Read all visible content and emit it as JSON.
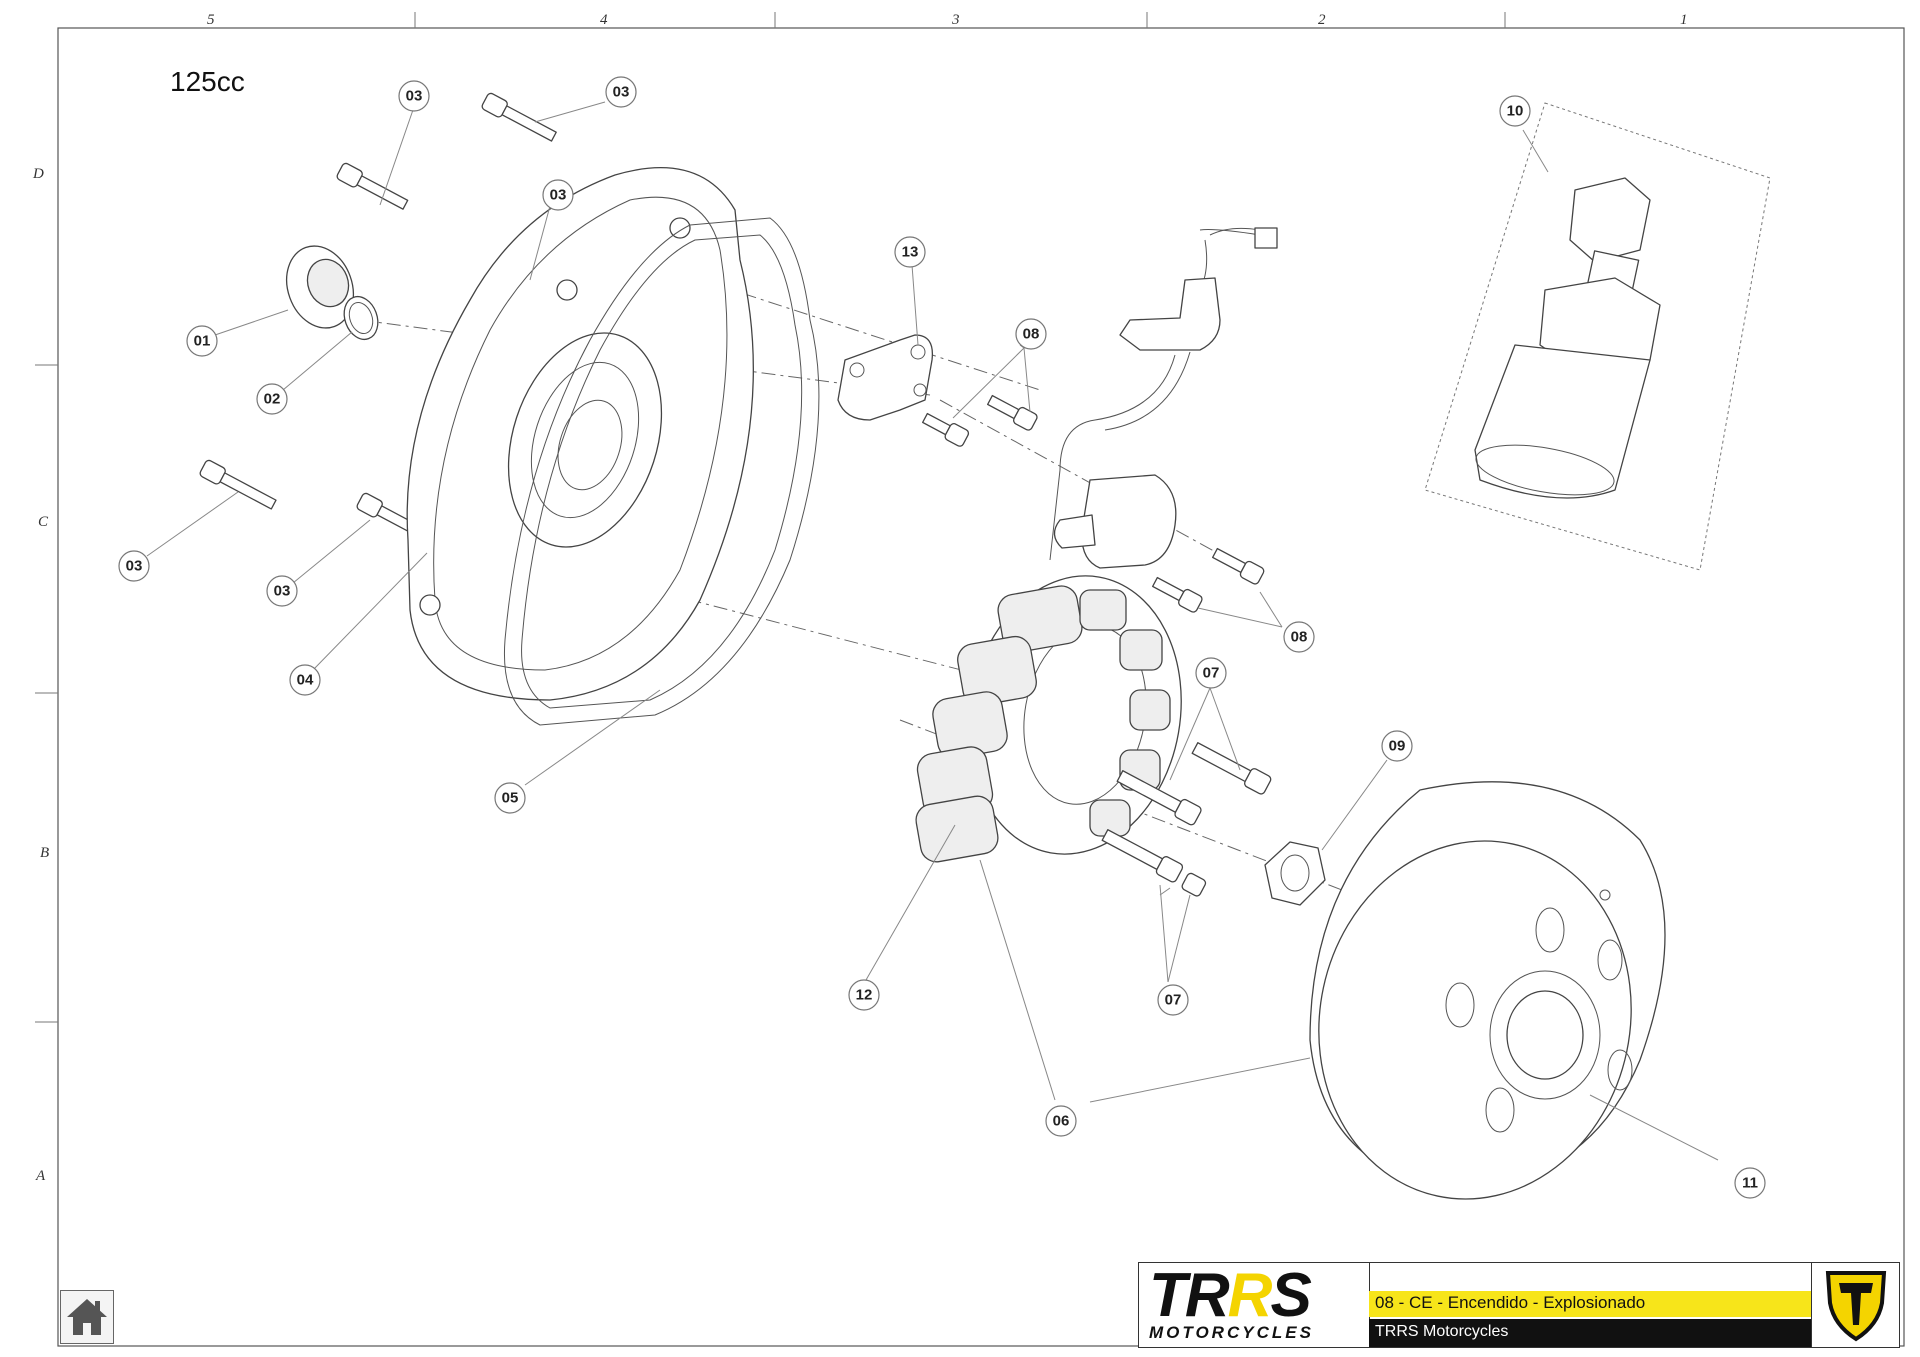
{
  "drawing": {
    "model": "125cc",
    "title": "08 - CE - Encendido - Explosionado",
    "company": "TRRS Motorcycles"
  },
  "logo": {
    "brand_left": "TR",
    "brand_accent": "R",
    "brand_right": "S",
    "subtitle": "MOTORCYCLES",
    "accent_color": "#f4d400"
  },
  "frame": {
    "columns": [
      "5",
      "4",
      "3",
      "2",
      "1"
    ],
    "rows": [
      "D",
      "C",
      "B",
      "A"
    ]
  },
  "callouts": [
    {
      "label": "03"
    },
    {
      "label": "03"
    },
    {
      "label": "03"
    },
    {
      "label": "01"
    },
    {
      "label": "02"
    },
    {
      "label": "03"
    },
    {
      "label": "03"
    },
    {
      "label": "04"
    },
    {
      "label": "05"
    },
    {
      "label": "13"
    },
    {
      "label": "08"
    },
    {
      "label": "08"
    },
    {
      "label": "07"
    },
    {
      "label": "09"
    },
    {
      "label": "07"
    },
    {
      "label": "12"
    },
    {
      "label": "06"
    },
    {
      "label": "11"
    },
    {
      "label": "10"
    }
  ],
  "icons": {
    "home": "home-icon",
    "emblem": "trrs-emblem-icon"
  },
  "colors": {
    "title_bar": "#f7e51a",
    "sub_bar": "#111111"
  }
}
